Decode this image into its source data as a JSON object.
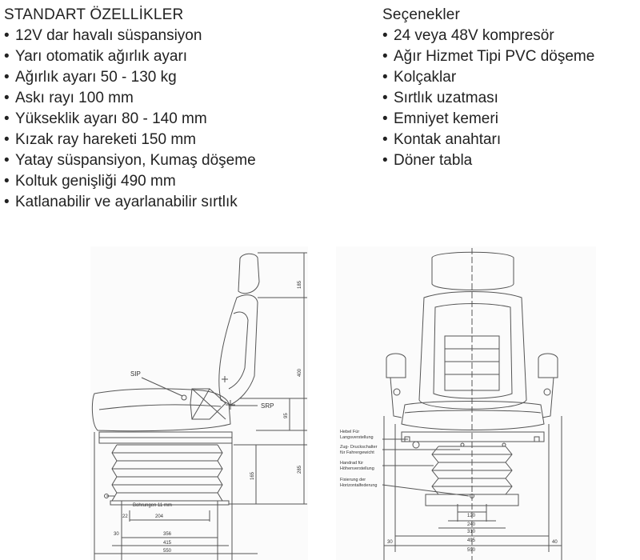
{
  "standard": {
    "heading": "STANDART ÖZELLİKLER",
    "items": [
      "12V dar havalı süspansiyon",
      "Yarı otomatik ağırlık ayarı",
      "Ağırlık ayarı 50 - 130 kg",
      "Askı rayı 100 mm",
      "Yükseklik ayarı 80 - 140 mm",
      "Kızak ray hareketi 150 mm",
      "Yatay süspansiyon, Kumaş döşeme",
      "Koltuk genişliği 490 mm",
      "Katlanabilir ve ayarlanabilir sırtlık"
    ]
  },
  "options": {
    "heading": "Seçenekler",
    "items": [
      "24 veya 48V kompresör",
      "Ağır Hizmet Tipi PVC döşeme",
      "Kolçaklar",
      "Sırtlık uzatması",
      "Emniyet kemeri",
      "Kontak anahtarı",
      "Döner tabla"
    ]
  },
  "side_view": {
    "sip": "SIP",
    "srp": "SRP",
    "dim_185": "185",
    "dim_400": "400",
    "dim_95": "95",
    "dim_165": "165",
    "dim_285": "285",
    "bohrungen": "Bohrungen 11 mm",
    "dim_22": "22",
    "dim_204": "204",
    "dim_30": "30",
    "dim_356": "356",
    "dim_415": "415",
    "dim_550": "550"
  },
  "front_view": {
    "label_1a": "Hebel Für",
    "label_1b": "Langsverstellung",
    "label_2a": "Zug- Druckschalter",
    "label_2b": "für Fahrergewicht",
    "label_3a": "Handrad für",
    "label_3b": "Höhenverstellung",
    "label_4a": "Fixierung der",
    "label_4b": "Horizontalfederung",
    "dim_120": "120",
    "dim_240": "240",
    "dim_310": "310",
    "dim_495": "495",
    "dim_590": "590",
    "dim_30": "30",
    "dim_40": "40"
  },
  "colors": {
    "text": "#222222",
    "line": "#444444"
  }
}
